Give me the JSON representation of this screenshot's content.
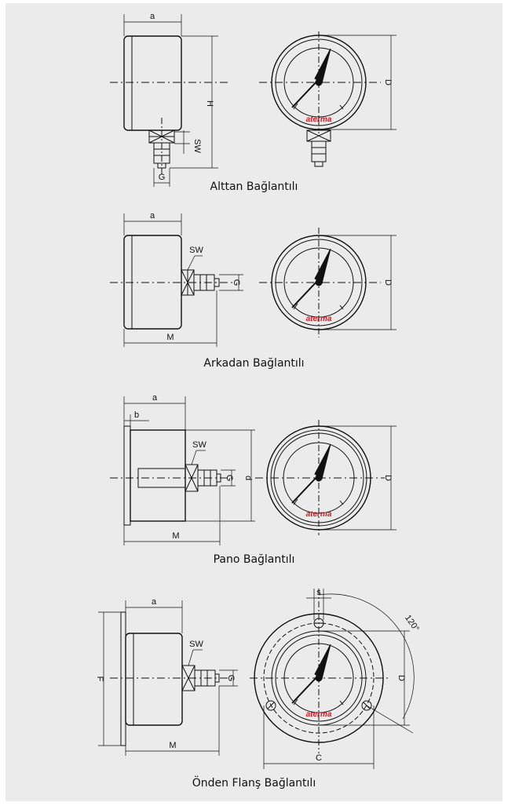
{
  "brand": "aterma",
  "brand_color": "#d71920",
  "diagrams": [
    {
      "id": "bottom",
      "caption": "Alttan Bağlantılı",
      "dims": {
        "a": "a",
        "h": "H",
        "sw": "SW",
        "g": "G",
        "d": "D"
      }
    },
    {
      "id": "back",
      "caption": "Arkadan Bağlantılı",
      "dims": {
        "a": "a",
        "sw": "SW",
        "g": "G",
        "m": "M",
        "d": "D"
      }
    },
    {
      "id": "panel",
      "caption": "Pano Bağlantılı",
      "dims": {
        "a": "a",
        "b": "b",
        "sw": "SW",
        "g": "G",
        "d_small": "d",
        "m": "M",
        "d": "D"
      }
    },
    {
      "id": "flange",
      "caption": "Önden Flanş Bağlantılı",
      "dims": {
        "a": "a",
        "sw": "SW",
        "g": "G",
        "f": "F",
        "m": "M",
        "d": "D",
        "s": "s",
        "c": "C",
        "angle": "120°"
      }
    }
  ]
}
